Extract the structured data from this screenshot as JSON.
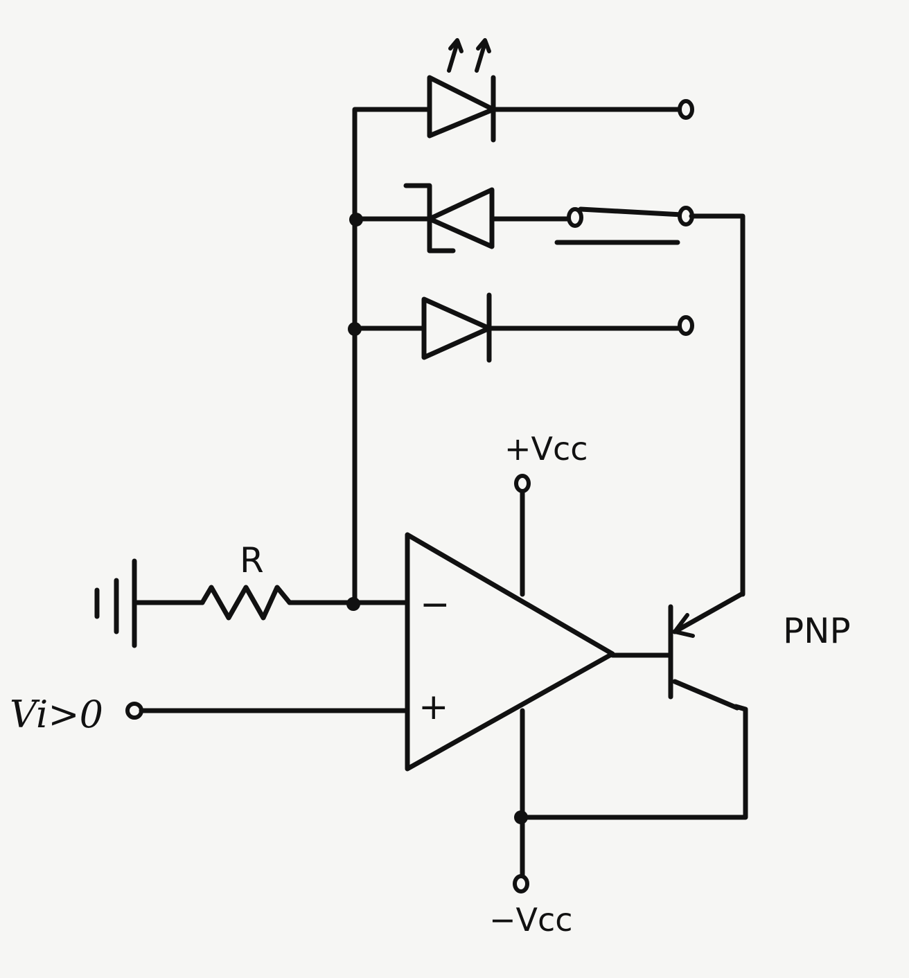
{
  "labels": {
    "resistor": "R",
    "inverting": "−",
    "noninverting": "+",
    "vcc_pos": "+Vcc",
    "vcc_neg": "−Vcc",
    "input": "Vi>0",
    "transistor": "PNP"
  },
  "colors": {
    "ink": "#111111",
    "paper": "#f6f6f4"
  }
}
